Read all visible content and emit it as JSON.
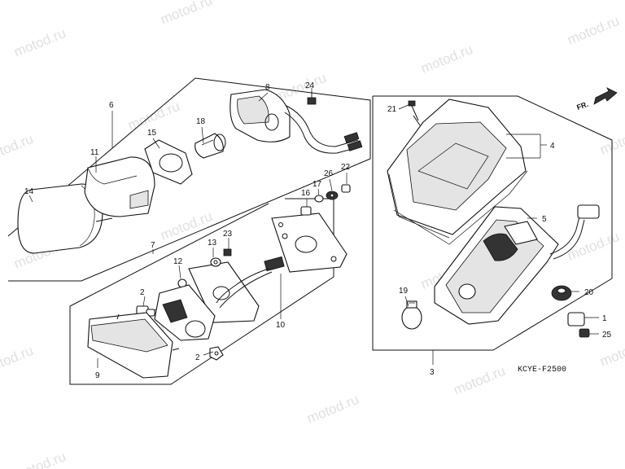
{
  "watermark": "motod.ru",
  "diagram_code": "KCYE-F2500",
  "direction_label": "FR.",
  "callouts": {
    "c1": "1",
    "c2a": "2",
    "c2b": "2",
    "c3": "3",
    "c4": "4",
    "c5": "5",
    "c6": "6",
    "c7": "7",
    "c8": "8",
    "c9": "9",
    "c10": "10",
    "c11": "11",
    "c12": "12",
    "c13": "13",
    "c14": "14",
    "c15": "15",
    "c16": "16",
    "c17": "17",
    "c18": "18",
    "c19": "19",
    "c20": "20",
    "c21": "21",
    "c22": "22",
    "c23": "23",
    "c24": "24",
    "c25": "25",
    "c26": "26"
  }
}
